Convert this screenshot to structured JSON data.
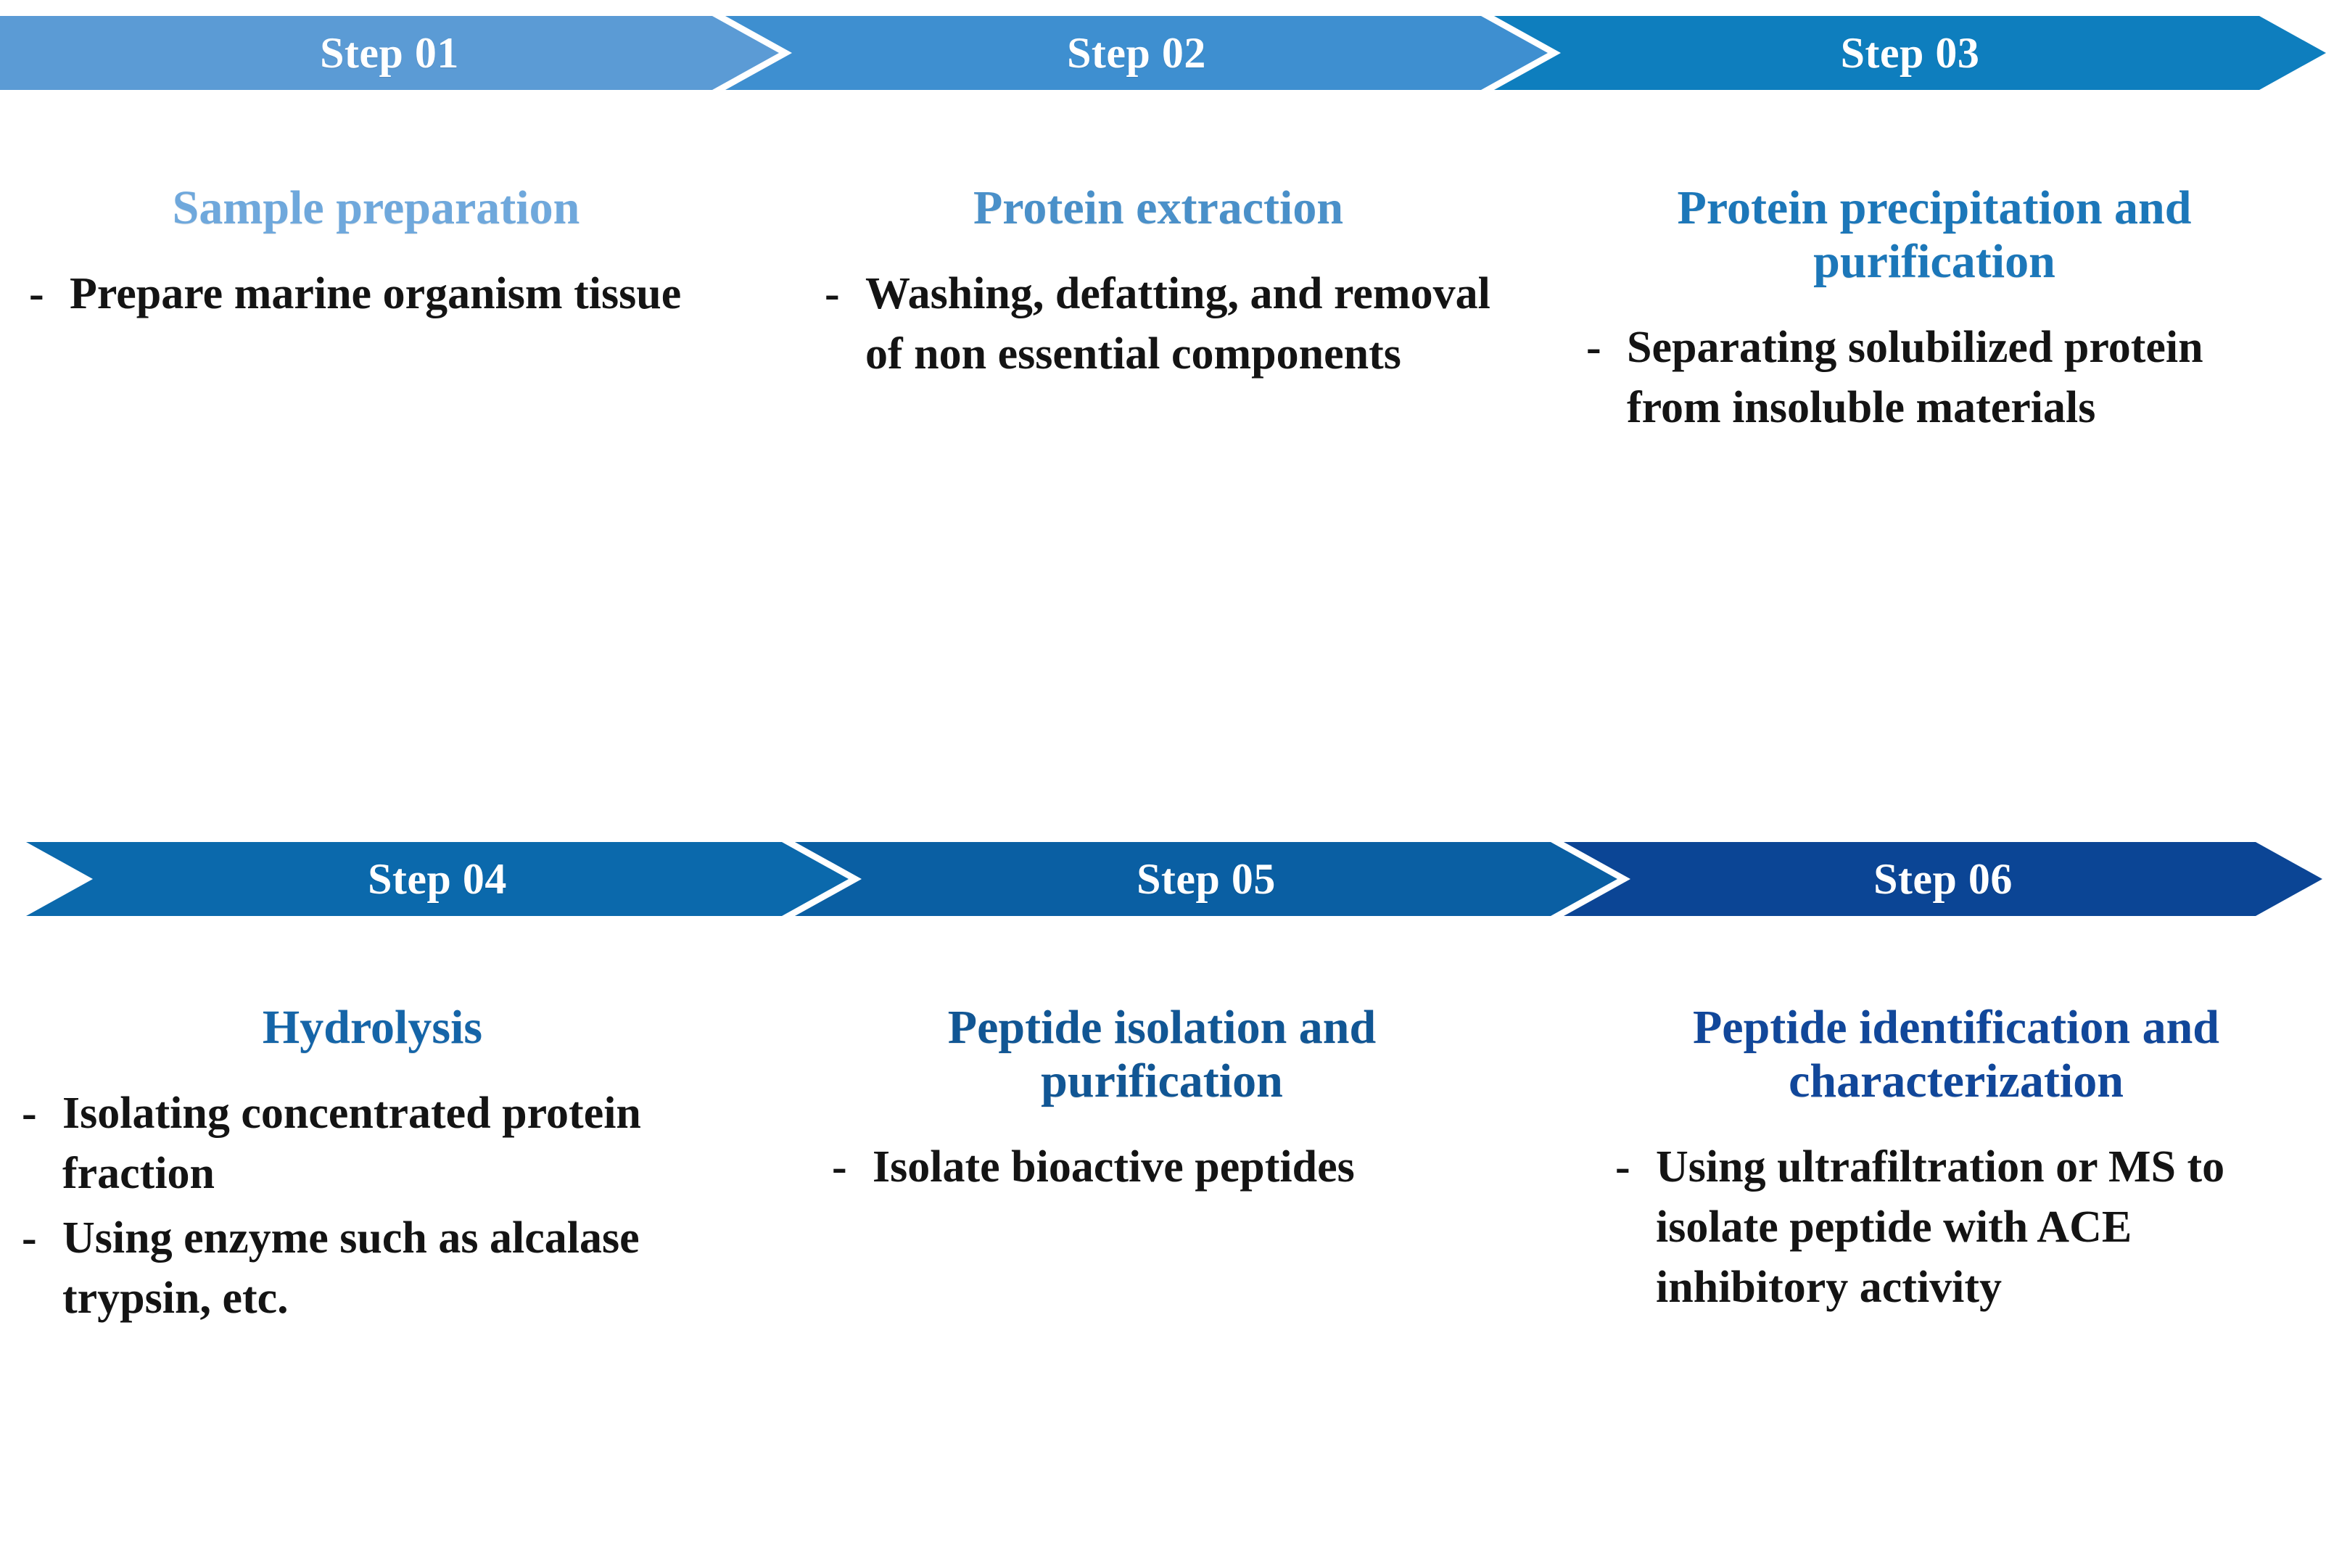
{
  "diagram": {
    "type": "process-flow",
    "title_visible": false,
    "rows": [
      {
        "row_id": "row-1",
        "steps": [
          {
            "step_label": "Step 01",
            "chevron_color": "#5B9BD5",
            "heading": "Sample preparation",
            "heading_color": "#6FA8DC",
            "heading_align": "center",
            "bullet_marker": "-",
            "bullets": [
              "Prepare marine organism tissue"
            ]
          },
          {
            "step_label": "Step 02",
            "chevron_color": "#3E8FD0",
            "heading": "Protein extraction",
            "heading_color": "#4A90C9",
            "heading_align": "center",
            "bullet_marker": "-",
            "bullets": [
              "Washing, defatting, and removal of non essential components"
            ]
          },
          {
            "step_label": "Step 03",
            "chevron_color": "#0E7EBE",
            "heading": "Protein precipitation and purification",
            "heading_color": "#1C77B9",
            "heading_align": "center",
            "bullet_marker": "-",
            "bullets": [
              "Separating solubilized protein from insoluble materials"
            ]
          }
        ]
      },
      {
        "row_id": "row-2",
        "steps": [
          {
            "step_label": "Step 04",
            "chevron_color": "#0B69AC",
            "heading": "Hydrolysis",
            "heading_color": "#1565A8",
            "heading_align": "center",
            "bullet_marker": "-",
            "bullets": [
              "Isolating concentrated protein fraction",
              "Using enzyme such as alcalase trypsin, etc."
            ]
          },
          {
            "step_label": "Step 05",
            "chevron_color": "#0A5FA3",
            "heading": "Peptide isolation and purification",
            "heading_color": "#115694",
            "heading_align": "center",
            "bullet_marker": "-",
            "bullets": [
              "Isolate bioactive peptides"
            ]
          },
          {
            "step_label": "Step 06",
            "chevron_color": "#0B4595",
            "heading": "Peptide identification and characterization",
            "heading_color": "#11479A",
            "heading_align": "center",
            "bullet_marker": "-",
            "bullets": [
              "Using ultrafiltration or MS to isolate peptide with ACE inhibitory activity"
            ]
          }
        ]
      }
    ],
    "palette": {
      "background": "#FFFFFF",
      "bullet_text": "#141414",
      "chevron_text": "#FFFFFF"
    }
  }
}
